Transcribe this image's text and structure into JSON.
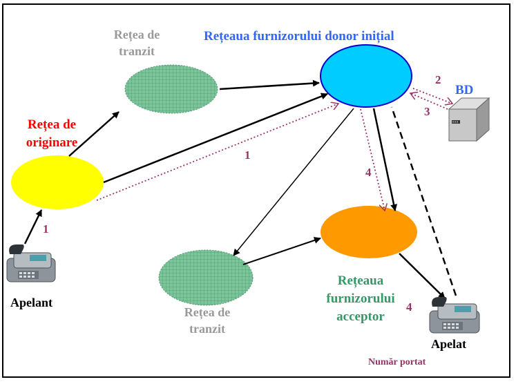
{
  "labels": {
    "transit_top": [
      "Rețea de",
      "tranzit"
    ],
    "donor": "Rețeaua furnizorului donor inițial",
    "origin": [
      "Rețea de",
      "originare"
    ],
    "bd": "BD",
    "transit_bottom": [
      "Rețea de",
      "tranzit"
    ],
    "acceptor": [
      "Rețeaua",
      "furnizorului",
      "acceptor"
    ],
    "caller": "Apelant",
    "callee": "Apelat",
    "ported": "Număr portat"
  },
  "steps": {
    "s1_caller": "1",
    "s1_signal": "1",
    "s2": "2",
    "s3": "3",
    "s4_query": "4",
    "s4_final": "4"
  },
  "colors": {
    "origin_fill": "#ffff00",
    "donor_fill": "#00ccff",
    "acceptor_fill": "#ff9900",
    "transit_fill": "#66bb88",
    "donor_text": "#3366ff",
    "origin_text": "#ff0000",
    "acceptor_text": "#339966",
    "transit_text": "#999999",
    "step_color": "#993366"
  }
}
